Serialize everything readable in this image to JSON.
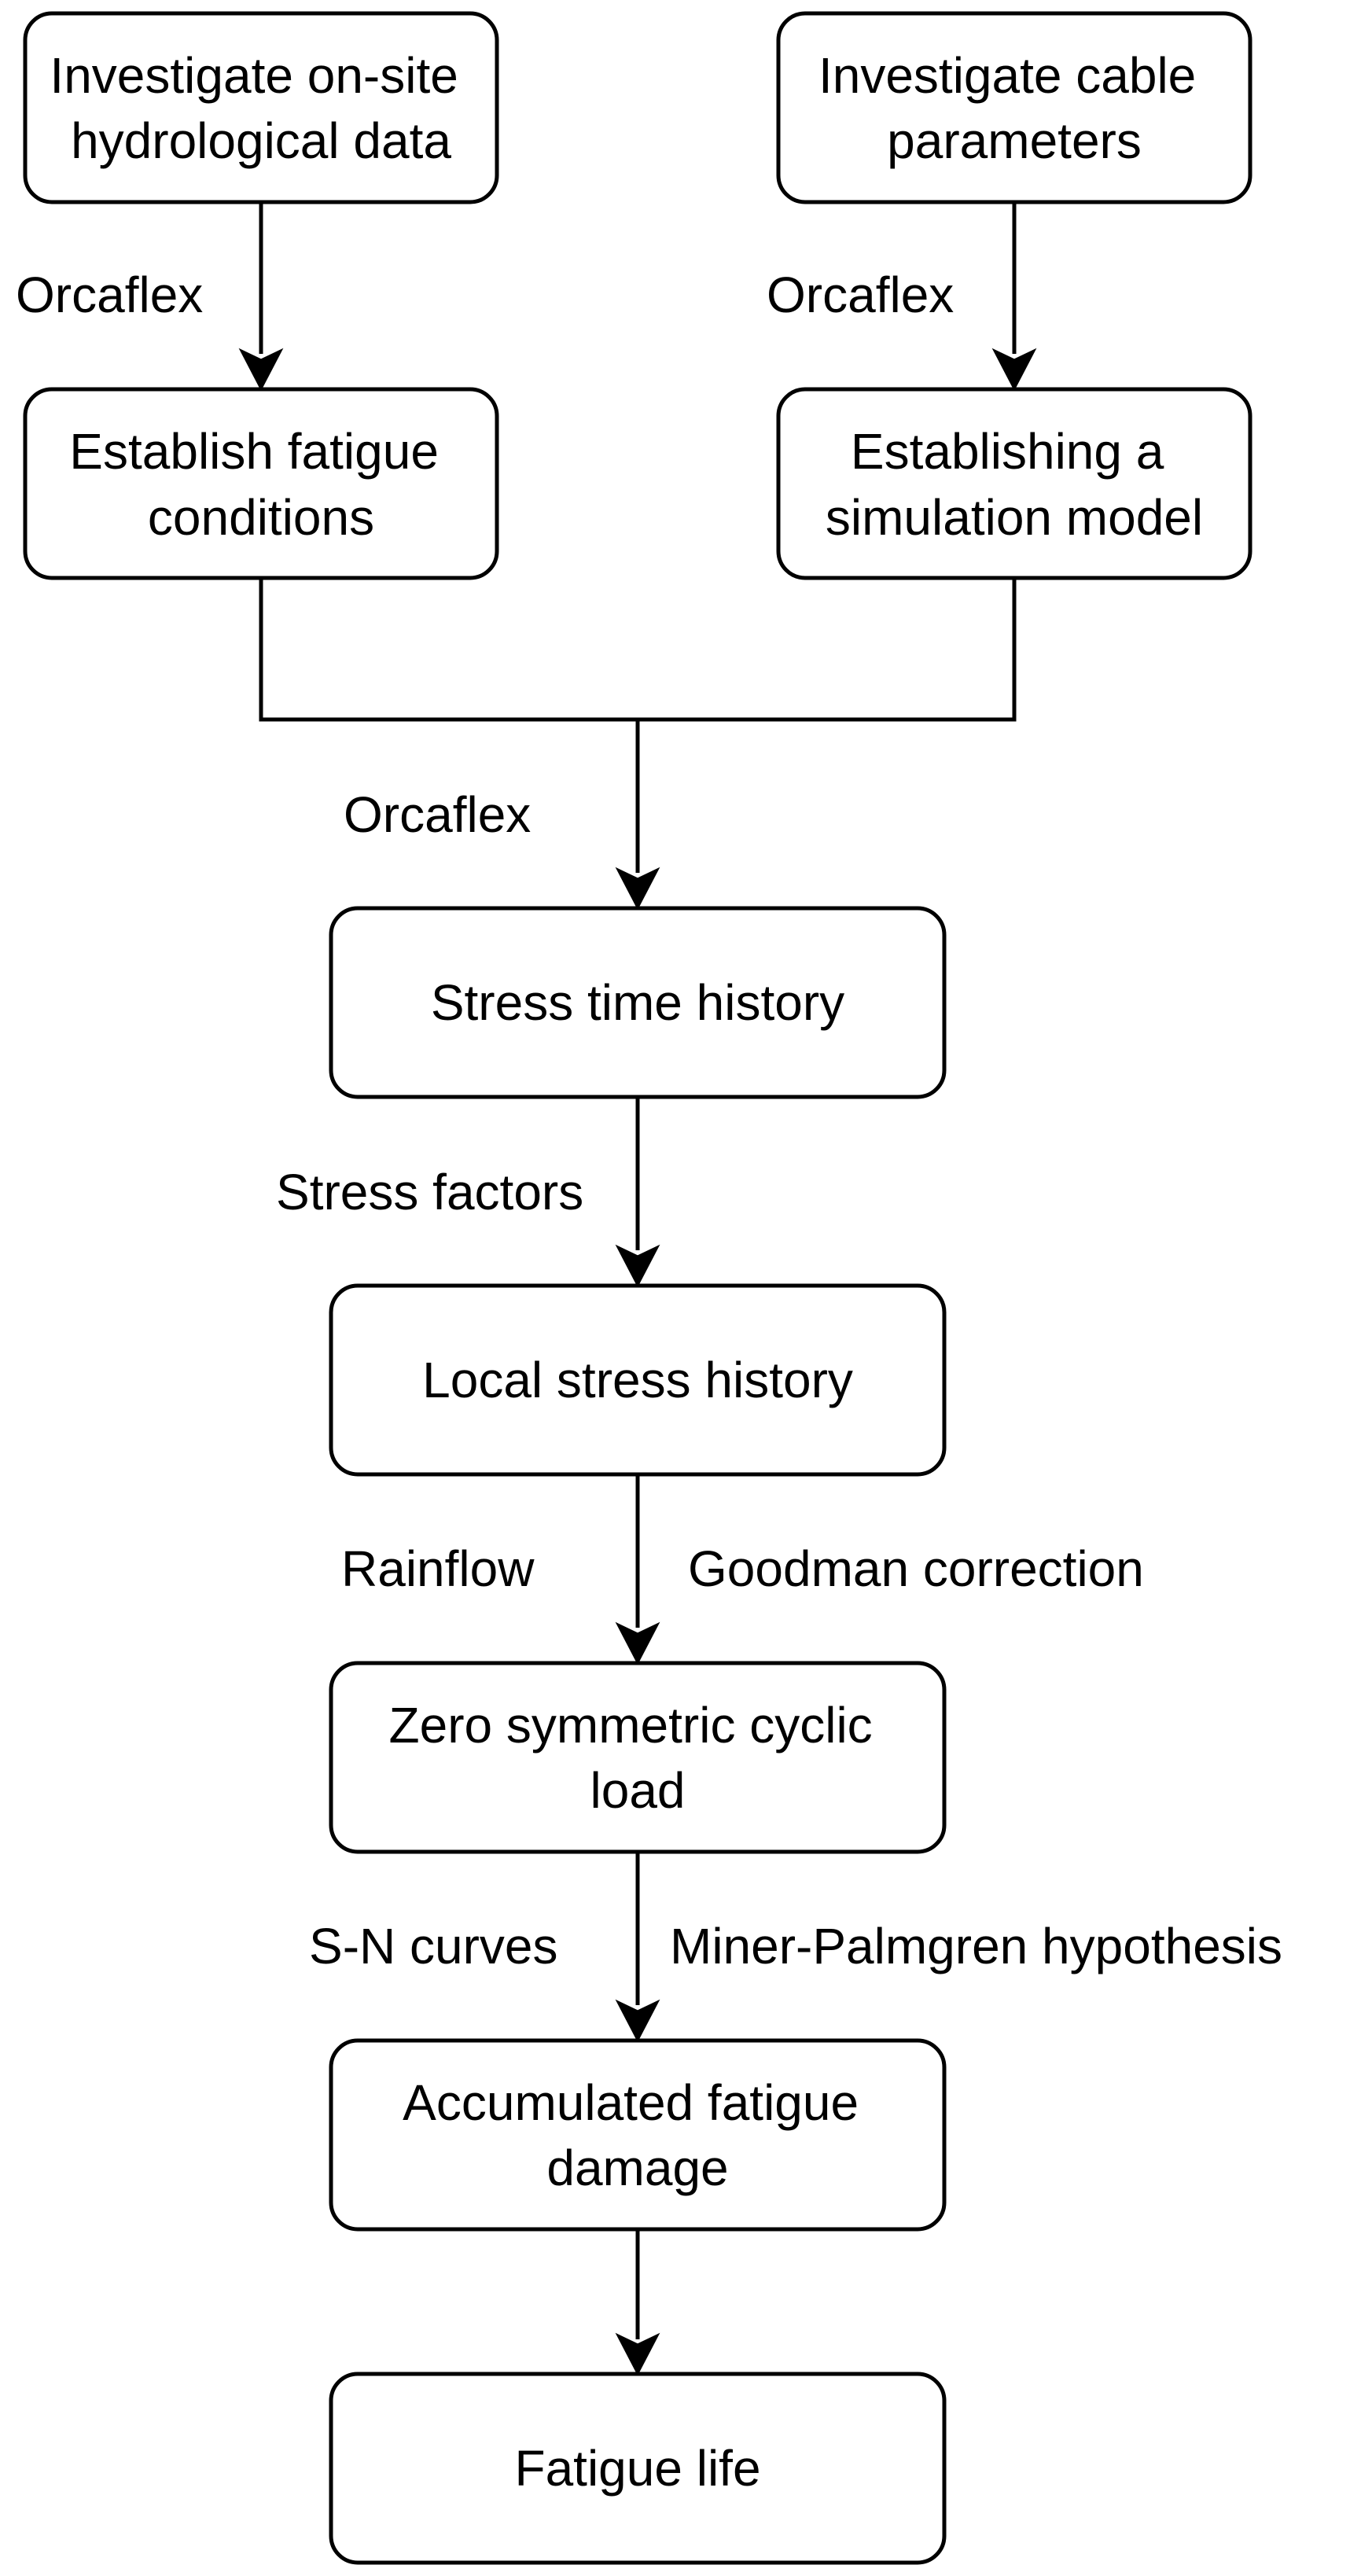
{
  "nodes": {
    "hydro": {
      "lines": [
        "Investigate on-site",
        "hydrological data"
      ]
    },
    "cable": {
      "lines": [
        "Investigate cable",
        "parameters"
      ]
    },
    "fatigue_conditions": {
      "lines": [
        "Establish fatigue",
        "conditions"
      ]
    },
    "simulation_model": {
      "lines": [
        "Establishing a",
        "simulation model"
      ]
    },
    "stress_time_history": {
      "lines": [
        "Stress time history"
      ]
    },
    "local_stress_history": {
      "lines": [
        "Local stress history"
      ]
    },
    "zero_symmetric_load": {
      "lines": [
        "Zero symmetric cyclic",
        "load"
      ]
    },
    "accumulated_damage": {
      "lines": [
        "Accumulated fatigue",
        "damage"
      ]
    },
    "fatigue_life": {
      "lines": [
        "Fatigue life"
      ]
    }
  },
  "edge_labels": {
    "orcaflex_left": "Orcaflex",
    "orcaflex_right": "Orcaflex",
    "orcaflex_center": "Orcaflex",
    "stress_factors": "Stress factors",
    "rainflow": "Rainflow",
    "goodman": "Goodman correction",
    "sn_curves": "S-N curves",
    "miner": "Miner-Palmgren hypothesis"
  }
}
